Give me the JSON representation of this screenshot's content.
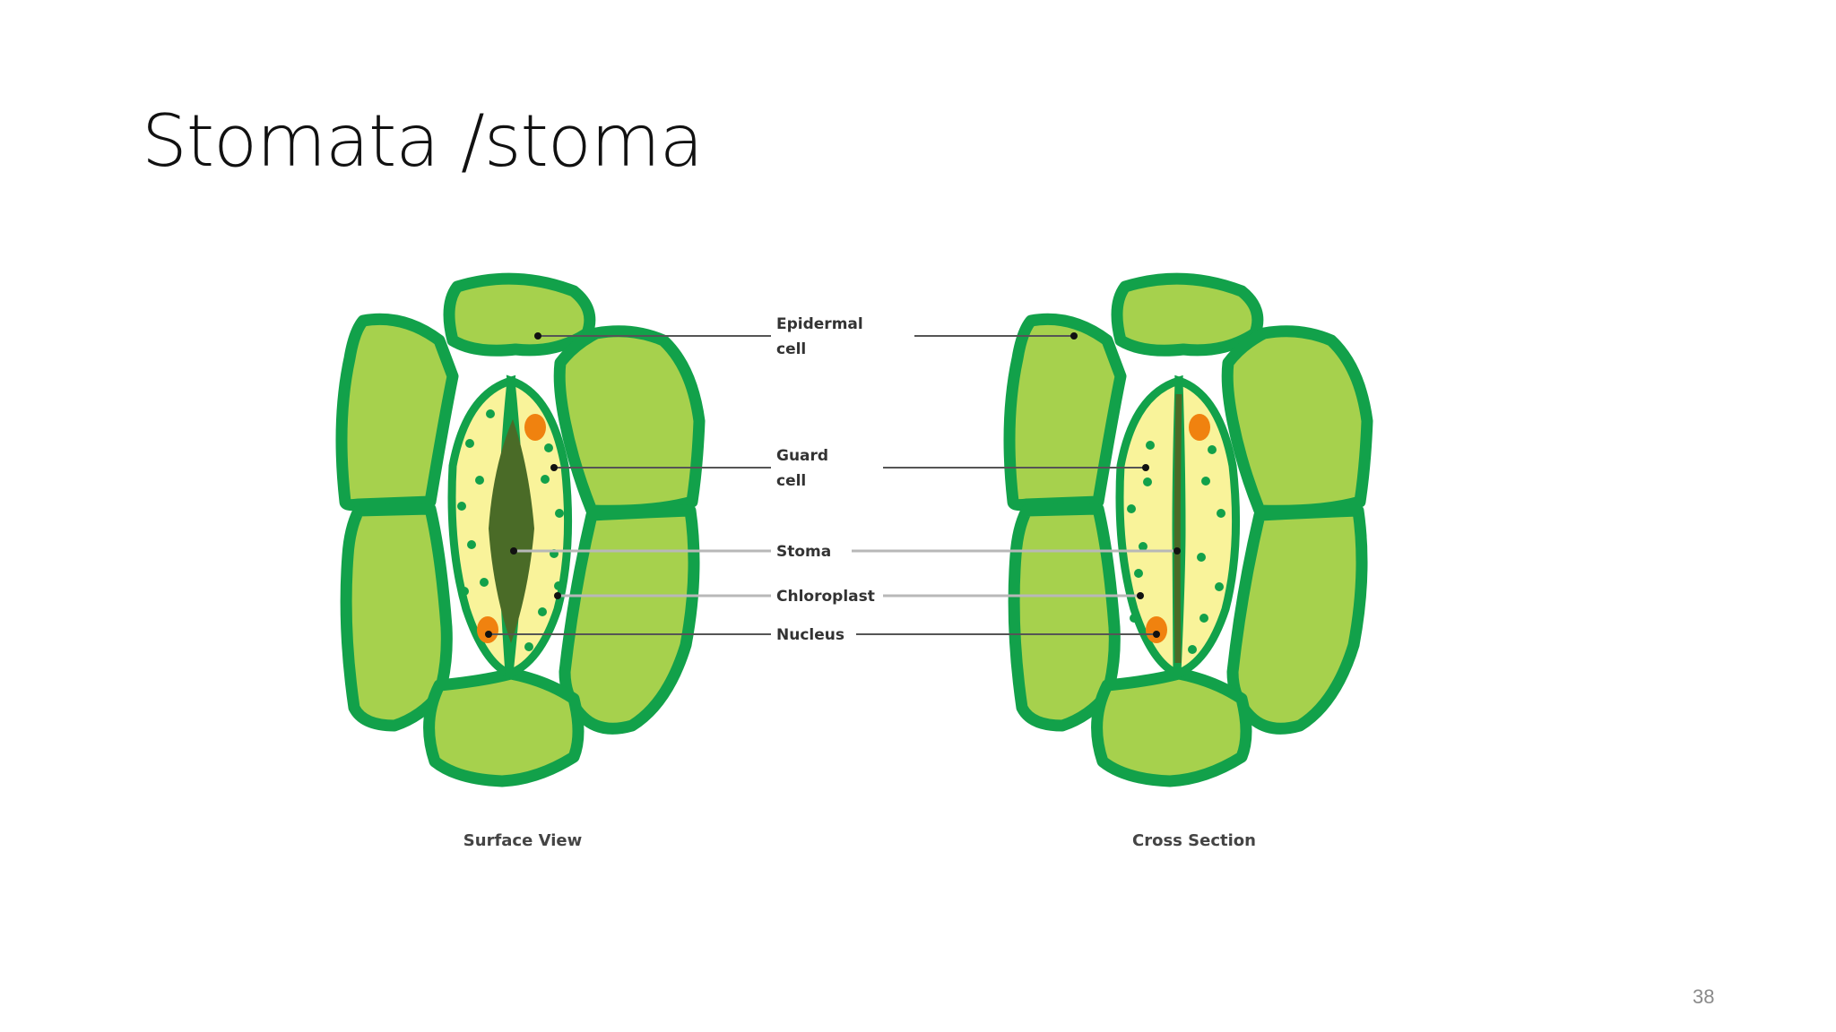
{
  "slide": {
    "title": "Stomata /stoma",
    "page_number": "38"
  },
  "diagram": {
    "labels": {
      "epidermal_line1": "Epidermal",
      "epidermal_line2": "cell",
      "guard_line1": "Guard",
      "guard_line2": "cell",
      "stoma": "Stoma",
      "chloroplast": "Chloroplast",
      "nucleus": "Nucleus"
    },
    "captions": {
      "surface_view": "Surface View",
      "cross_section": "Cross Section"
    },
    "colors": {
      "epidermal_fill": "#a6d14d",
      "cell_wall": "#12a14a",
      "guard_cell_fill": "#f9f39a",
      "stoma_pore": "#4a6b27",
      "nucleus": "#f0820f",
      "chloroplast": "#12a14a"
    }
  }
}
